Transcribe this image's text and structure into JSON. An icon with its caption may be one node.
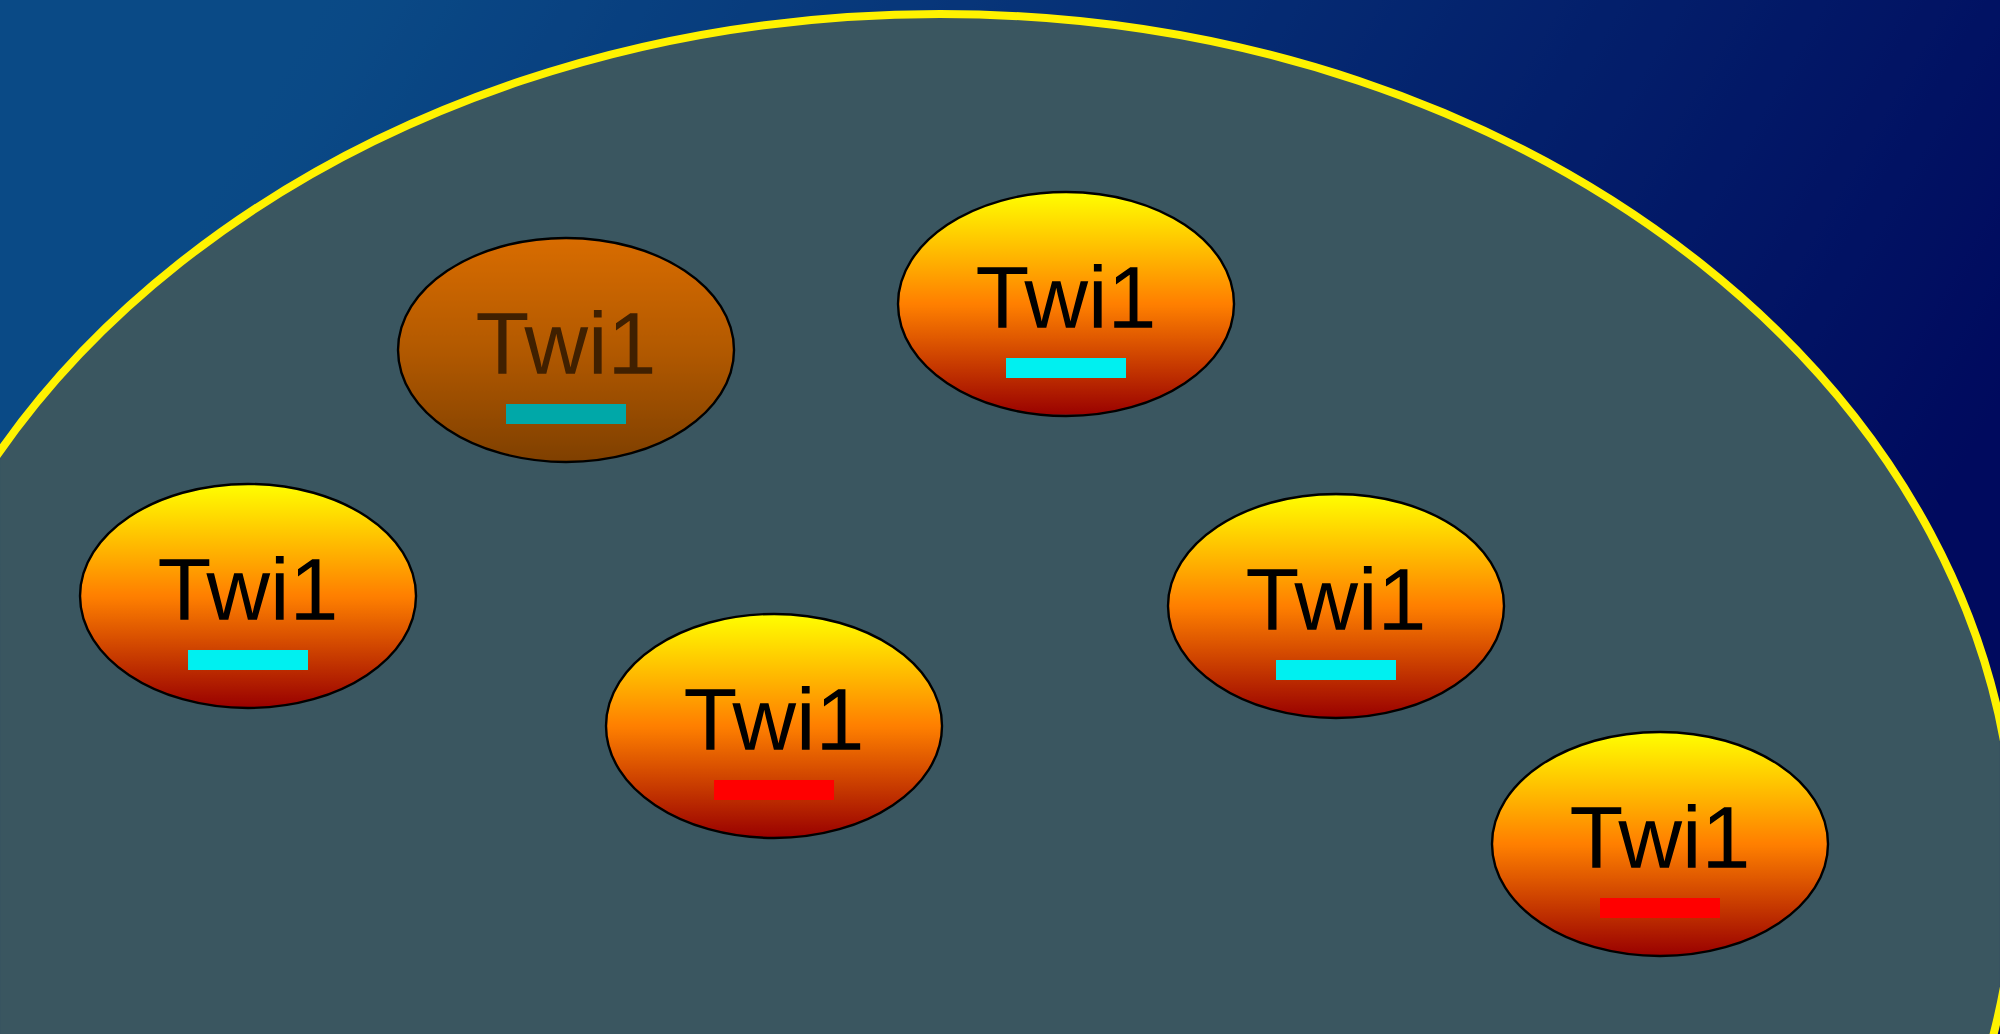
{
  "diagram": {
    "nodes": [
      {
        "text": [],
        "shape": "circle"
      },
      {
        "text": [
          "Twi1"
        ],
        "in": 0
      },
      {
        "text": [
          "Twi1"
        ],
        "in": 0
      },
      {
        "text": [
          "Twi1"
        ],
        "in": 0
      },
      {
        "text": [
          "Twi1"
        ],
        "in": 0
      },
      {
        "text": [
          "Twi1"
        ],
        "in": 0
      },
      {
        "text": [
          "Twi1"
        ],
        "in": 0
      }
    ]
  }
}
